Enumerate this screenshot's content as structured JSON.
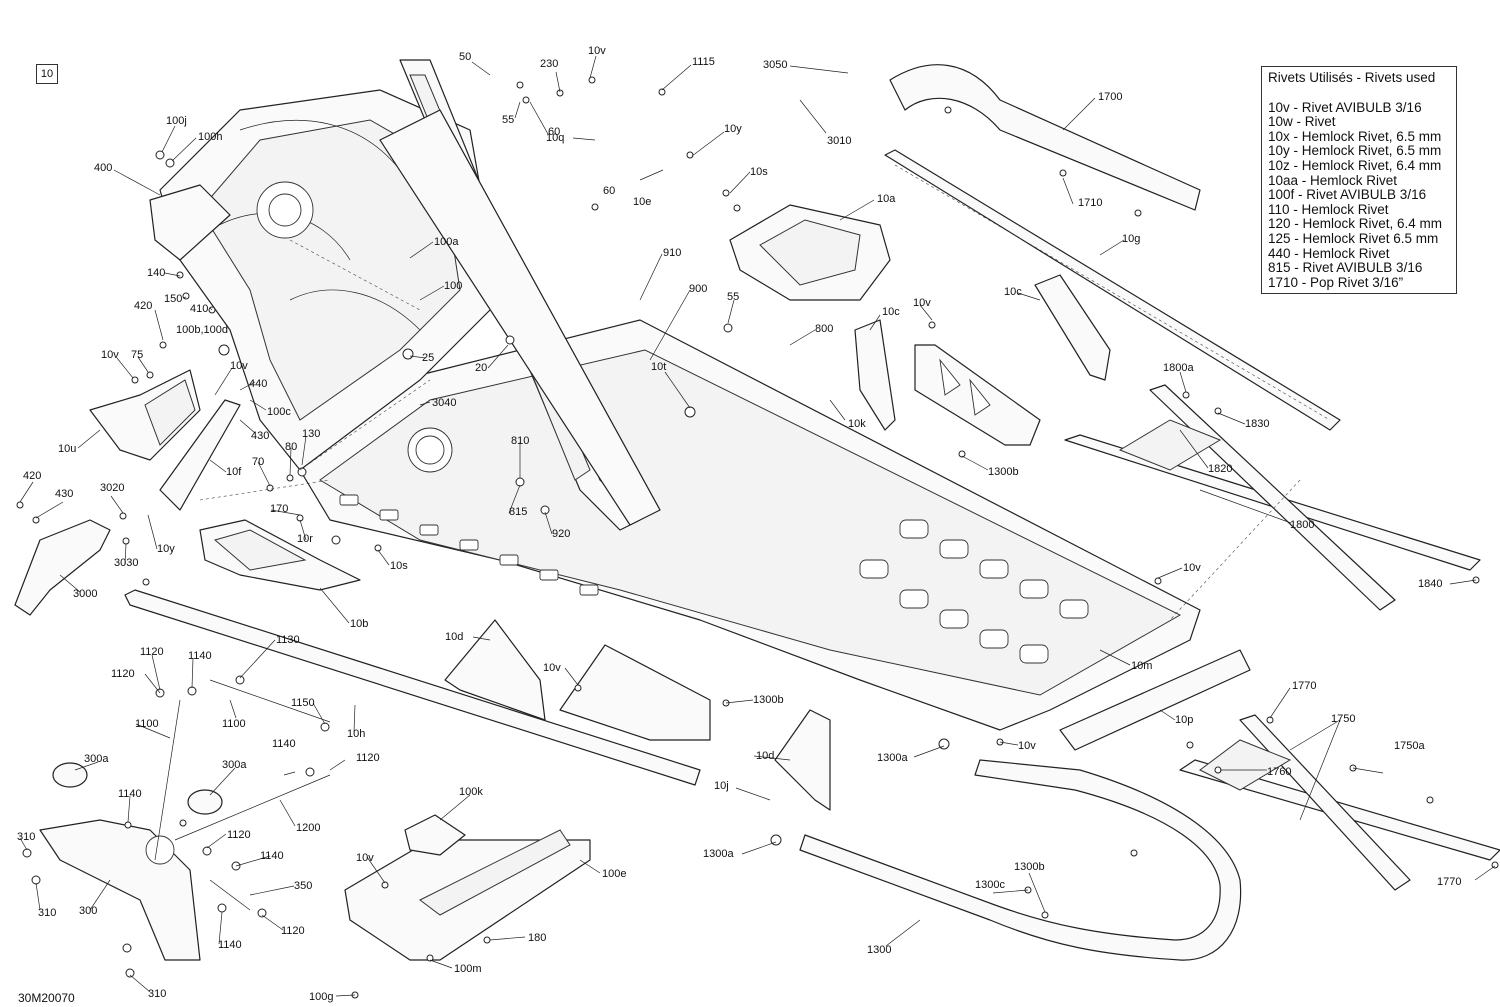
{
  "page_number": "10",
  "drawing_id": "30M20070",
  "legend": {
    "title": "Rivets Utilisés - Rivets used",
    "items": [
      "10v - Rivet AVIBULB 3/16",
      "10w - Rivet",
      "10x - Hemlock Rivet, 6.5 mm",
      "10y - Hemlock Rivet, 6.5 mm",
      "10z - Hemlock Rivet, 6.4 mm",
      "10aa - Hemlock Rivet",
      "100f - Rivet AVIBULB 3/16",
      "110 - Hemlock Rivet",
      "120 - Hemlock Rivet, 6.4 mm",
      "125 - Hemlock Rivet 6.5 mm",
      "440 - Hemlock Rivet",
      "815 - Rivet AVIBULB 3/16",
      "1710 - Pop Rivet 3/16”"
    ]
  },
  "callouts": [
    "50",
    "10v",
    "1115",
    "3050",
    "230",
    "55",
    "60",
    "10q",
    "10y",
    "3010",
    "1700",
    "100j",
    "100h",
    "400",
    "10s",
    "10e",
    "60",
    "10a",
    "1710",
    "10g",
    "100a",
    "910",
    "140",
    "100",
    "900",
    "55",
    "150",
    "410",
    "420",
    "100b,100d",
    "800",
    "10c",
    "10v",
    "10c",
    "10v",
    "75",
    "25",
    "20",
    "10v",
    "440",
    "3040",
    "10t",
    "1800a",
    "100c",
    "10u",
    "430",
    "130",
    "10k",
    "1830",
    "80",
    "810",
    "1300b",
    "1820",
    "10f",
    "70",
    "420",
    "430",
    "3020",
    "170",
    "815",
    "10y",
    "3030",
    "920",
    "10r",
    "10s",
    "1800",
    "3000",
    "10b",
    "10v",
    "1840",
    "10d",
    "1130",
    "1120",
    "1140",
    "10v",
    "1300b",
    "10m",
    "1120",
    "1150",
    "1100",
    "10h",
    "1100",
    "10p",
    "10v",
    "1770",
    "1750",
    "300a",
    "300a",
    "1140",
    "1120",
    "10d",
    "1300a",
    "1750a",
    "1760",
    "1140",
    "1200",
    "10j",
    "310",
    "1120",
    "100k",
    "1140",
    "1300a",
    "100e",
    "1300b",
    "350",
    "10v",
    "1770",
    "1300c",
    "310",
    "300",
    "1120",
    "1140",
    "180",
    "1300",
    "100m",
    "100g",
    "310"
  ]
}
